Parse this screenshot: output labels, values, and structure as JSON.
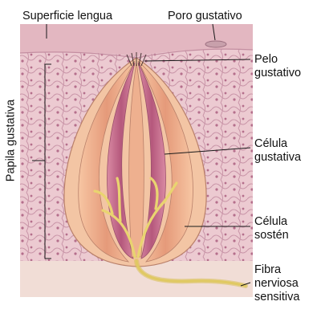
{
  "labels": {
    "superficie_lengua": "Superficie lengua",
    "poro_gustativo": "Poro gustativo",
    "pelo_gustativo": [
      "Pelo",
      "gustativo"
    ],
    "celula_gustativa": [
      "Célula",
      "gustativa"
    ],
    "celula_sosten": [
      "Célula",
      "sostén"
    ],
    "fibra_nerviosa": [
      "Fibra",
      "nerviosa",
      "sensitiva"
    ],
    "papila_gustativa": "Papila gustativa"
  },
  "colors": {
    "epithelium": "#e8c3cc",
    "cell_outline": "#b784a0",
    "bud_cell": "#f1b794",
    "bud_inner": "#c8688a",
    "nerve": "#f3e38a",
    "surface": "#d9aab5"
  }
}
